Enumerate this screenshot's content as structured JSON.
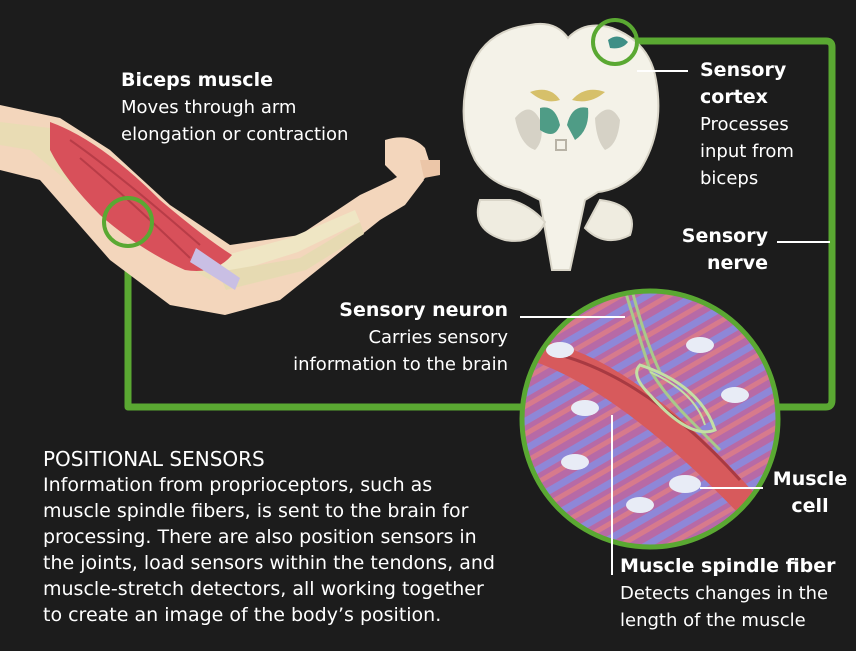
{
  "biceps": {
    "title": "Biceps muscle",
    "desc_line1": "Moves through arm",
    "desc_line2": "elongation or contraction"
  },
  "cortex": {
    "title_line1": "Sensory",
    "title_line2": "cortex",
    "desc_line1": "Processes",
    "desc_line2": "input from",
    "desc_line3": "biceps"
  },
  "nerve": {
    "title_line1": "Sensory",
    "title_line2": "nerve"
  },
  "neuron": {
    "title": "Sensory neuron",
    "desc_line1": "Carries sensory",
    "desc_line2": "information to the brain"
  },
  "muscle_cell": {
    "title_line1": "Muscle",
    "title_line2": "cell"
  },
  "spindle": {
    "title": "Muscle spindle fiber",
    "desc_line1": "Detects changes in the",
    "desc_line2": "length of the muscle"
  },
  "positional": {
    "heading": "POSITIONAL SENSORS",
    "lines": [
      "Information from proprioceptors, such as",
      "muscle spindle fibers, is sent to the brain for",
      "processing. There are also position sensors in",
      "the joints, load sensors within the tendons, and",
      "muscle-stretch detectors, all working together",
      "to create an image of the body’s position."
    ]
  },
  "colors": {
    "background": "#1c1c1c",
    "pathway": "#5aa832",
    "skin": "#f3d6bc",
    "muscle": "#d8505a",
    "bone": "#efe6c4",
    "brain": "#f4f2e8"
  }
}
